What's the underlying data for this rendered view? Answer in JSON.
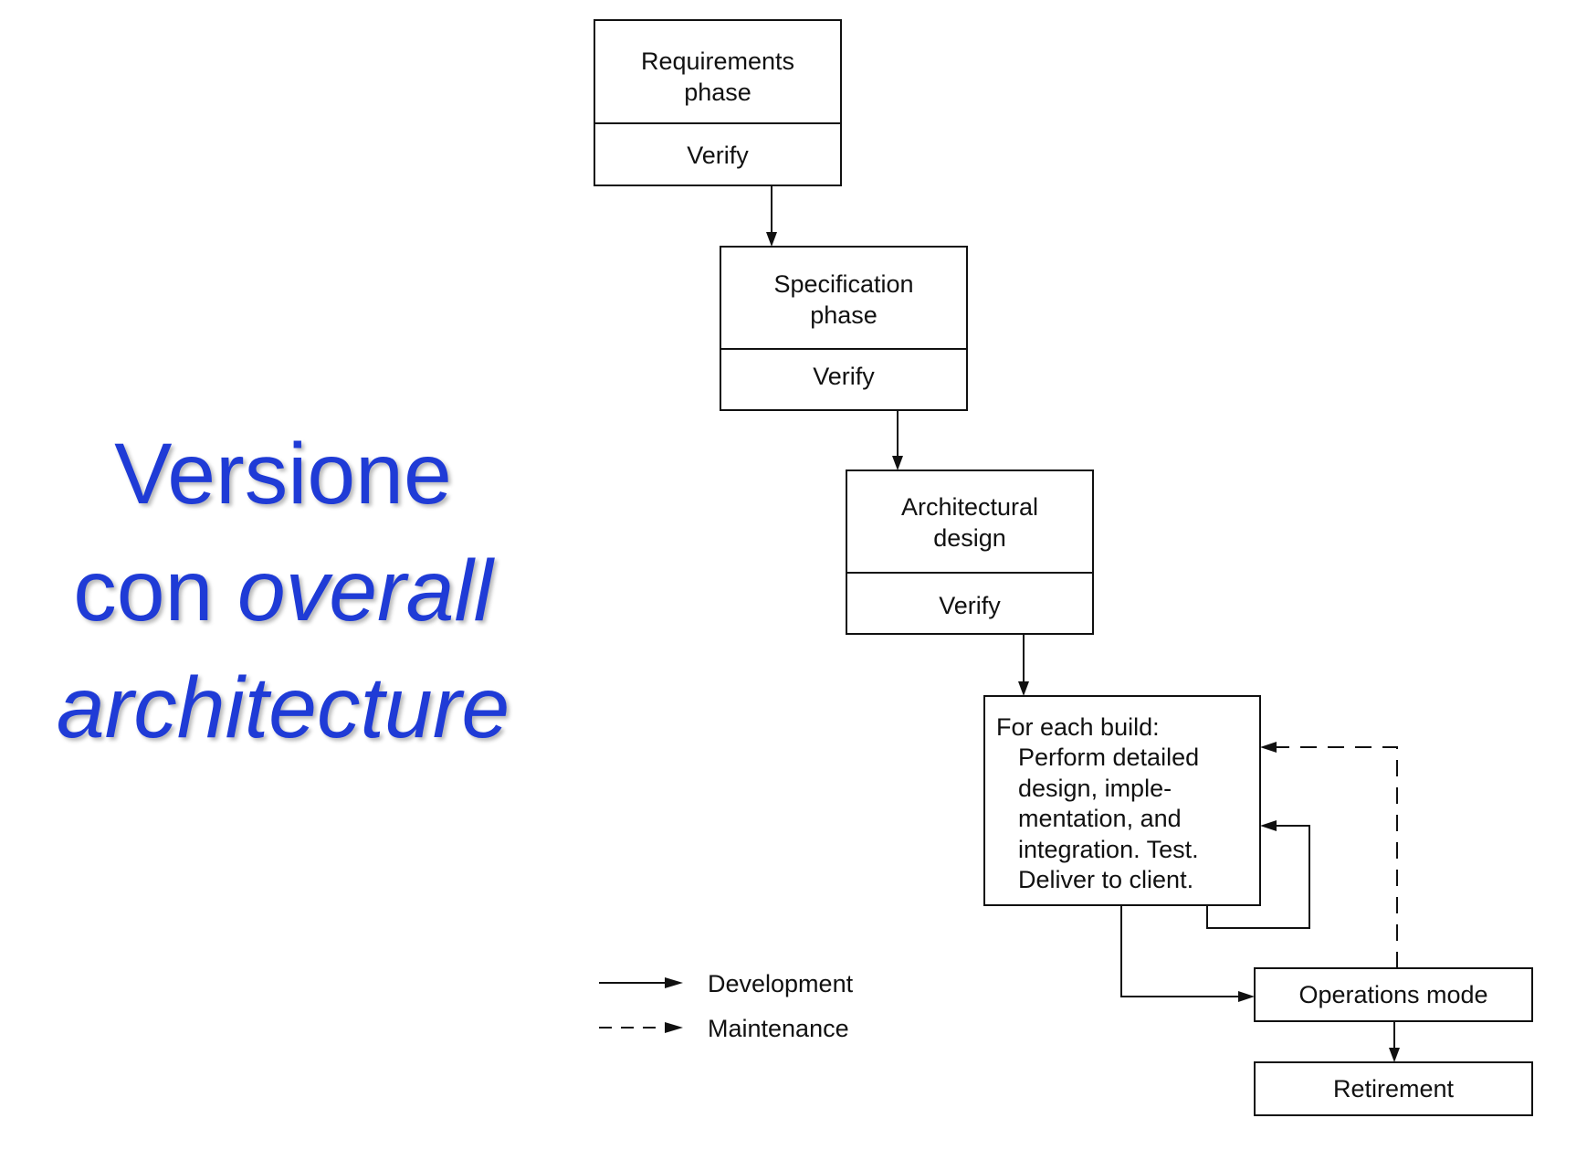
{
  "title": {
    "line1": "Versione",
    "line2_normal": "con ",
    "line2_italic": "overall",
    "line3_italic": "architecture",
    "color": "#1f3bd6"
  },
  "boxes": {
    "requirements": {
      "line1": "Requirements",
      "line2": "phase",
      "verify": "Verify"
    },
    "specification": {
      "line1": "Specification",
      "line2": "phase",
      "verify": "Verify"
    },
    "architectural": {
      "line1": "Architectural",
      "line2": "design",
      "verify": "Verify"
    },
    "build": {
      "lines": [
        "For each build:",
        "Perform detailed",
        "design, imple-",
        "mentation, and",
        "integration. Test.",
        "Deliver to client."
      ]
    },
    "operations": {
      "label": "Operations mode"
    },
    "retirement": {
      "label": "Retirement"
    }
  },
  "legend": {
    "development": "Development",
    "maintenance": "Maintenance"
  },
  "footer": {
    "text": ""
  }
}
